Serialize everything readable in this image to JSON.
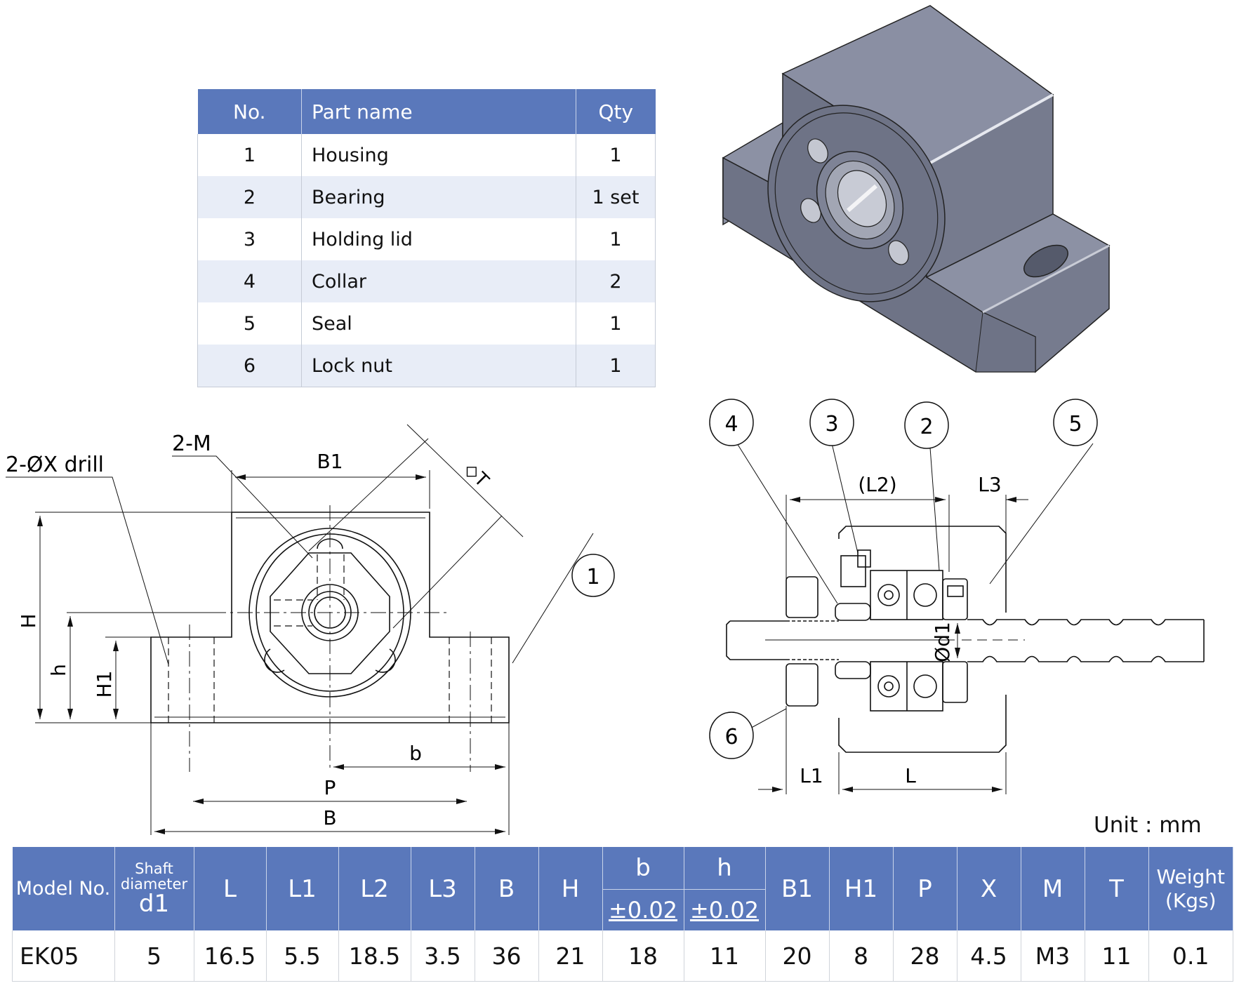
{
  "parts_table": {
    "headers": {
      "no": "No.",
      "part_name": "Part name",
      "qty": "Qty"
    },
    "rows": [
      {
        "no": "1",
        "name": "Housing",
        "qty": "1"
      },
      {
        "no": "2",
        "name": "Bearing",
        "qty": "1 set"
      },
      {
        "no": "3",
        "name": "Holding lid",
        "qty": "1"
      },
      {
        "no": "4",
        "name": "Collar",
        "qty": "2"
      },
      {
        "no": "5",
        "name": "Seal",
        "qty": "1"
      },
      {
        "no": "6",
        "name": "Lock nut",
        "qty": "1"
      }
    ]
  },
  "front_view": {
    "labels": {
      "drill": "2-ØX drill",
      "tap": "2-M",
      "B1": "B1",
      "T": "◇T",
      "H": "H",
      "h": "h",
      "H1": "H1",
      "b": "b",
      "P": "P",
      "B": "B",
      "callout_1": "1"
    }
  },
  "section_view": {
    "labels": {
      "L2": "(L2)",
      "L3": "L3",
      "d1": "Ød1",
      "L1": "L1",
      "L": "L"
    },
    "callouts": [
      "4",
      "3",
      "2",
      "5",
      "6"
    ]
  },
  "unit_label": "Unit : mm",
  "spec_table": {
    "headers": {
      "model": "Model No.",
      "shaft_line1": "Shaft",
      "shaft_line2": "diameter",
      "shaft_line3": "d1",
      "L": "L",
      "L1": "L1",
      "L2": "L2",
      "L3": "L3",
      "B": "B",
      "H": "H",
      "b": "b",
      "b_tol": "±0.02",
      "h": "h",
      "h_tol": "±0.02",
      "B1": "B1",
      "H1": "H1",
      "P": "P",
      "X": "X",
      "M": "M",
      "T": "T",
      "weight_line1": "Weight",
      "weight_line2": "(Kgs)"
    },
    "rows": [
      {
        "model": "EK05",
        "d1": "5",
        "L": "16.5",
        "L1": "5.5",
        "L2": "18.5",
        "L3": "3.5",
        "B": "36",
        "H": "21",
        "b": "18",
        "h": "11",
        "B1": "20",
        "H1": "8",
        "P": "28",
        "X": "4.5",
        "M": "M3",
        "T": "11",
        "weight": "0.1"
      }
    ]
  },
  "colors": {
    "header_blue": "#5a78bb",
    "alt_row": "#e8edf7",
    "housing_gray": "#7b8090"
  }
}
